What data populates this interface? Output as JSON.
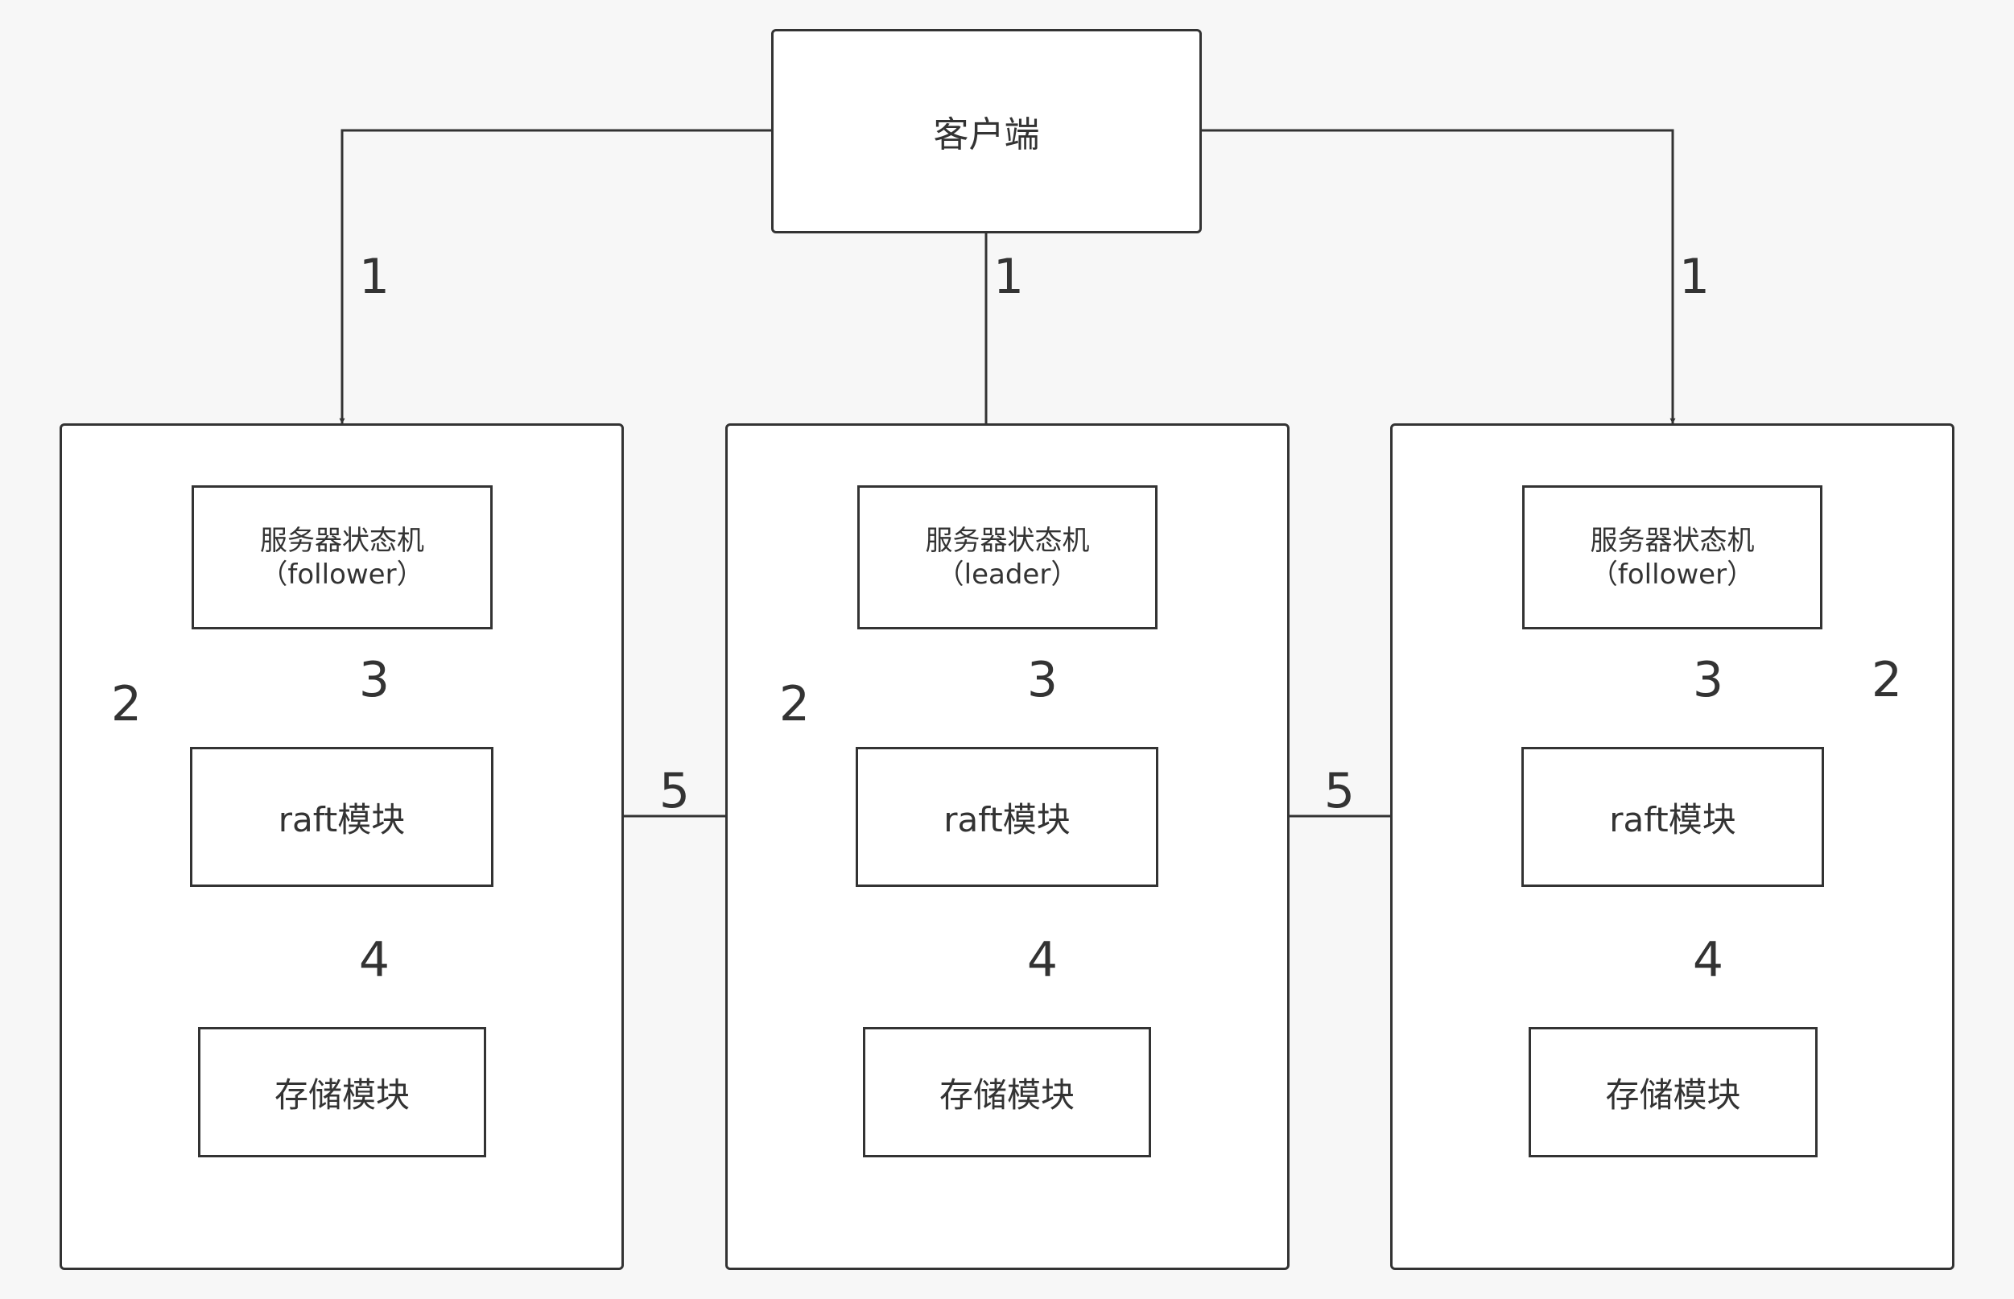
{
  "client": {
    "label": "客户端"
  },
  "servers": [
    {
      "state_machine": "服务器状态机",
      "role": "（follower）",
      "raft": "raft模块",
      "storage": "存储模块"
    },
    {
      "state_machine": "服务器状态机",
      "role": "（leader）",
      "raft": "raft模块",
      "storage": "存储模块"
    },
    {
      "state_machine": "服务器状态机",
      "role": "（follower）",
      "raft": "raft模块",
      "storage": "存储模块"
    }
  ],
  "step_labels": {
    "client_request": "1",
    "state_machine_to_storage": "2",
    "state_machine_to_raft": "3",
    "raft_to_storage": "4",
    "raft_sync": "5"
  },
  "colors": {
    "stroke": "#333333",
    "background": "#f7f7f7",
    "box_fill": "#ffffff"
  }
}
